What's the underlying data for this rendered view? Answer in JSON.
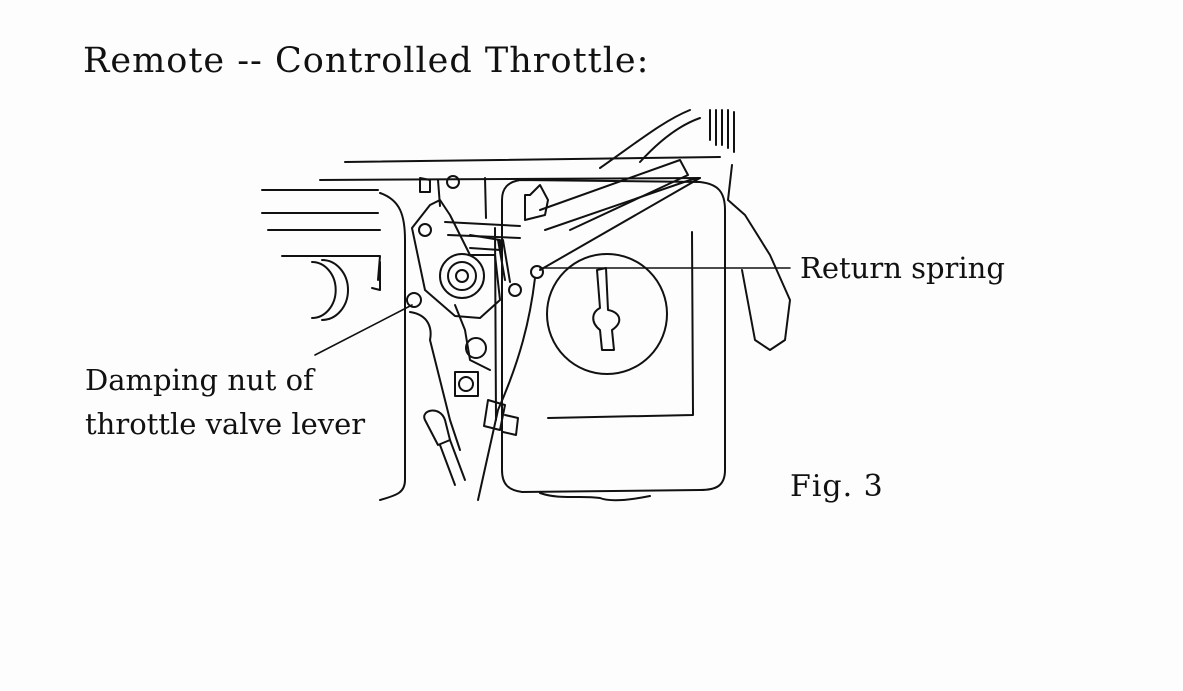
{
  "title": "Remote -- Controlled Throttle:",
  "labels": {
    "return_spring": "Return spring",
    "damping_line1": "Damping nut of",
    "damping_line2": "throttle valve lever"
  },
  "figure_label": "Fig. 3"
}
